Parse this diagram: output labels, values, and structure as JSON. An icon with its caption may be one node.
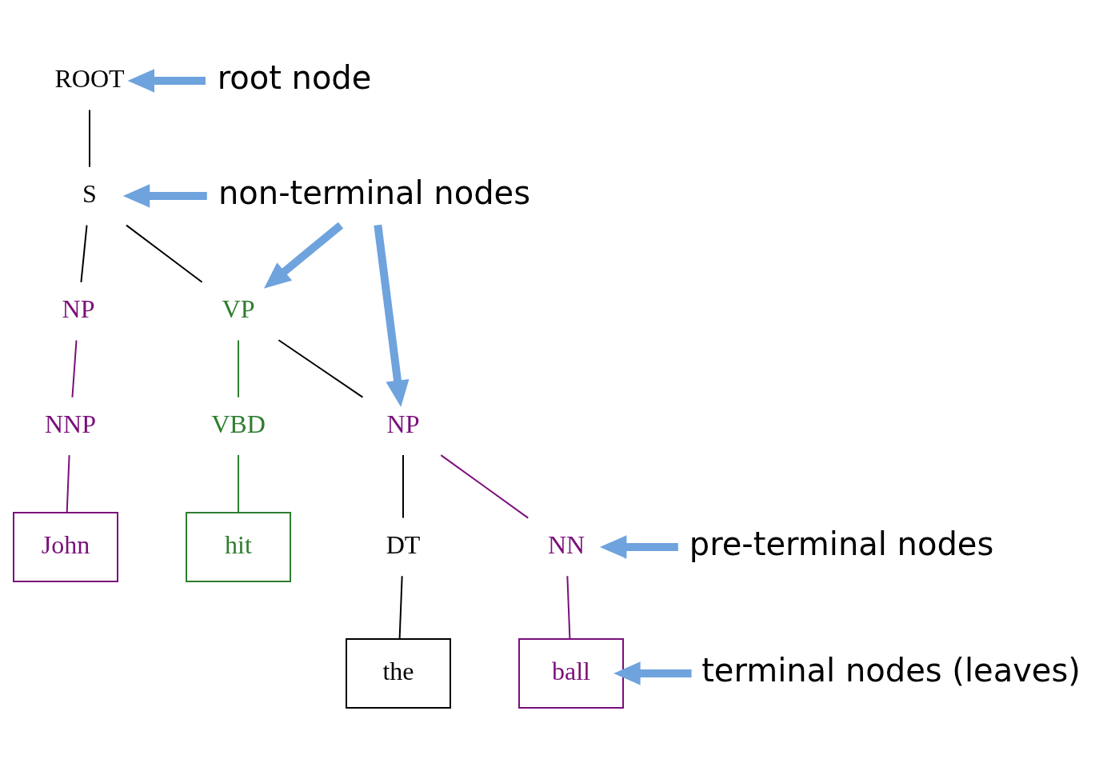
{
  "diagram": {
    "nodes": [
      {
        "text": [
          "ROOT"
        ]
      },
      {
        "text": [
          "S"
        ]
      },
      {
        "text": [
          "NP"
        ]
      },
      {
        "text": [
          "VP"
        ]
      },
      {
        "text": [
          "NNP"
        ]
      },
      {
        "text": [
          "VBD"
        ]
      },
      {
        "text": [
          "NP"
        ]
      },
      {
        "text": [
          "John"
        ]
      },
      {
        "text": [
          "hit"
        ]
      },
      {
        "text": [
          "DT"
        ]
      },
      {
        "text": [
          "NN"
        ]
      },
      {
        "text": [
          "the"
        ]
      },
      {
        "text": [
          "ball"
        ]
      },
      {
        "text": [
          "root node"
        ]
      },
      {
        "text": [
          "non-terminal nodes"
        ]
      },
      {
        "text": [
          "pre-terminal nodes"
        ]
      },
      {
        "text": [
          "terminal nodes (leaves)"
        ]
      }
    ],
    "edges": [
      {
        "from": 0,
        "to": 1,
        "arrow": "none"
      },
      {
        "from": 1,
        "to": 2,
        "arrow": "none"
      },
      {
        "from": 1,
        "to": 3,
        "arrow": "none"
      },
      {
        "from": 2,
        "to": 4,
        "arrow": "none",
        "color": "#7b0f7b"
      },
      {
        "from": 3,
        "to": 5,
        "arrow": "none",
        "color": "#2e7d2e"
      },
      {
        "from": 3,
        "to": 6,
        "arrow": "none"
      },
      {
        "from": 4,
        "to": 7,
        "arrow": "none",
        "color": "#7b0f7b"
      },
      {
        "from": 5,
        "to": 8,
        "arrow": "none",
        "color": "#2e7d2e"
      },
      {
        "from": 6,
        "to": 9,
        "arrow": "none"
      },
      {
        "from": 6,
        "to": 10,
        "arrow": "none",
        "color": "#7b0f7b"
      },
      {
        "from": 9,
        "to": 11,
        "arrow": "none"
      },
      {
        "from": 10,
        "to": 12,
        "arrow": "none",
        "color": "#7b0f7b"
      },
      {
        "from": 13,
        "to": 0,
        "arrow": "to",
        "style": "thick",
        "color": "#6fa3dd"
      },
      {
        "from": 14,
        "to": 1,
        "arrow": "to",
        "style": "thick",
        "color": "#6fa3dd"
      },
      {
        "from": 14,
        "to": 3,
        "arrow": "to",
        "style": "thick",
        "color": "#6fa3dd"
      },
      {
        "from": 14,
        "to": 6,
        "arrow": "to",
        "style": "thick",
        "color": "#6fa3dd"
      },
      {
        "from": 15,
        "to": 10,
        "arrow": "to",
        "style": "thick",
        "color": "#6fa3dd"
      },
      {
        "from": 16,
        "to": 12,
        "arrow": "to",
        "style": "thick",
        "color": "#6fa3dd"
      }
    ]
  }
}
